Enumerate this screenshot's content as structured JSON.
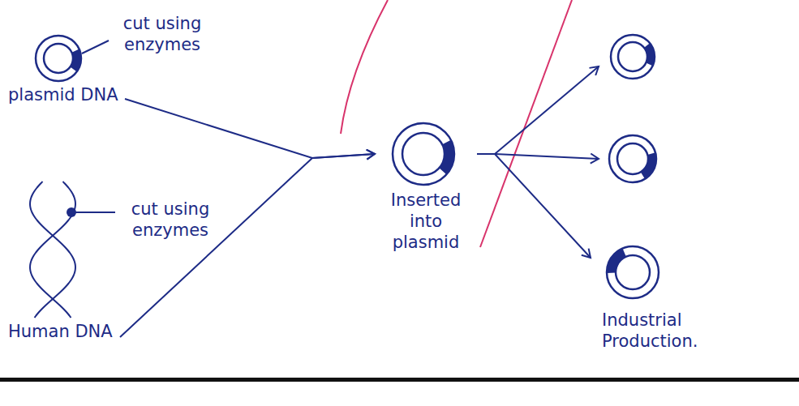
{
  "diagram": {
    "nodes": [
      {
        "text": [
          "plasmid DNA"
        ]
      },
      {
        "text": [
          "Human DNA"
        ]
      },
      {
        "text": [
          "Inserted into plasmid"
        ]
      },
      {
        "text": [
          "Industrial Production."
        ]
      }
    ],
    "edges": [
      {
        "from": 0,
        "to": 2,
        "arrow": "to"
      },
      {
        "from": 1,
        "to": 2,
        "arrow": "to"
      },
      {
        "from": 2,
        "to": 3,
        "arrow": "to"
      }
    ],
    "labels": [
      "cut using enzymes",
      "cut using enzymes"
    ]
  }
}
